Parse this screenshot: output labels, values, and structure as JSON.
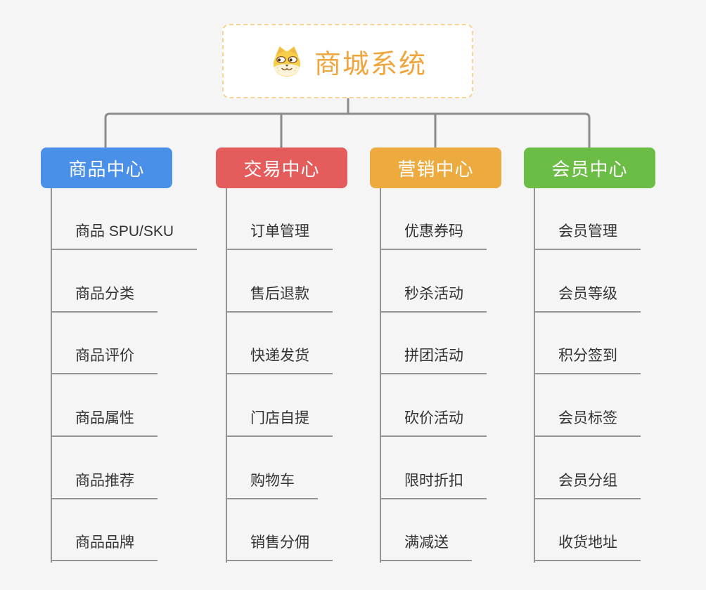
{
  "root": {
    "title": "商城系统",
    "icon": "dog-face-icon"
  },
  "branches": [
    {
      "label": "商品中心",
      "color": "#4a90e8",
      "children": [
        "商品 SPU/SKU",
        "商品分类",
        "商品评价",
        "商品属性",
        "商品推荐",
        "商品品牌"
      ]
    },
    {
      "label": "交易中心",
      "color": "#e45c5c",
      "children": [
        "订单管理",
        "售后退款",
        "快递发货",
        "门店自提",
        "购物车",
        "销售分佣"
      ]
    },
    {
      "label": "营销中心",
      "color": "#ecaa3f",
      "children": [
        "优惠券码",
        "秒杀活动",
        "拼团活动",
        "砍价活动",
        "限时折扣",
        "满减送"
      ]
    },
    {
      "label": "会员中心",
      "color": "#6cbd45",
      "children": [
        "会员管理",
        "会员等级",
        "积分签到",
        "会员标签",
        "会员分组",
        "收货地址"
      ]
    }
  ],
  "colors": {
    "background": "#f5f5f5",
    "connector": "#8c8c8c",
    "leaf_line": "#949494",
    "leaf_text": "#333333",
    "root_border": "#f7d492",
    "root_title": "#f0a53d",
    "branch_text": "#ffffff"
  }
}
